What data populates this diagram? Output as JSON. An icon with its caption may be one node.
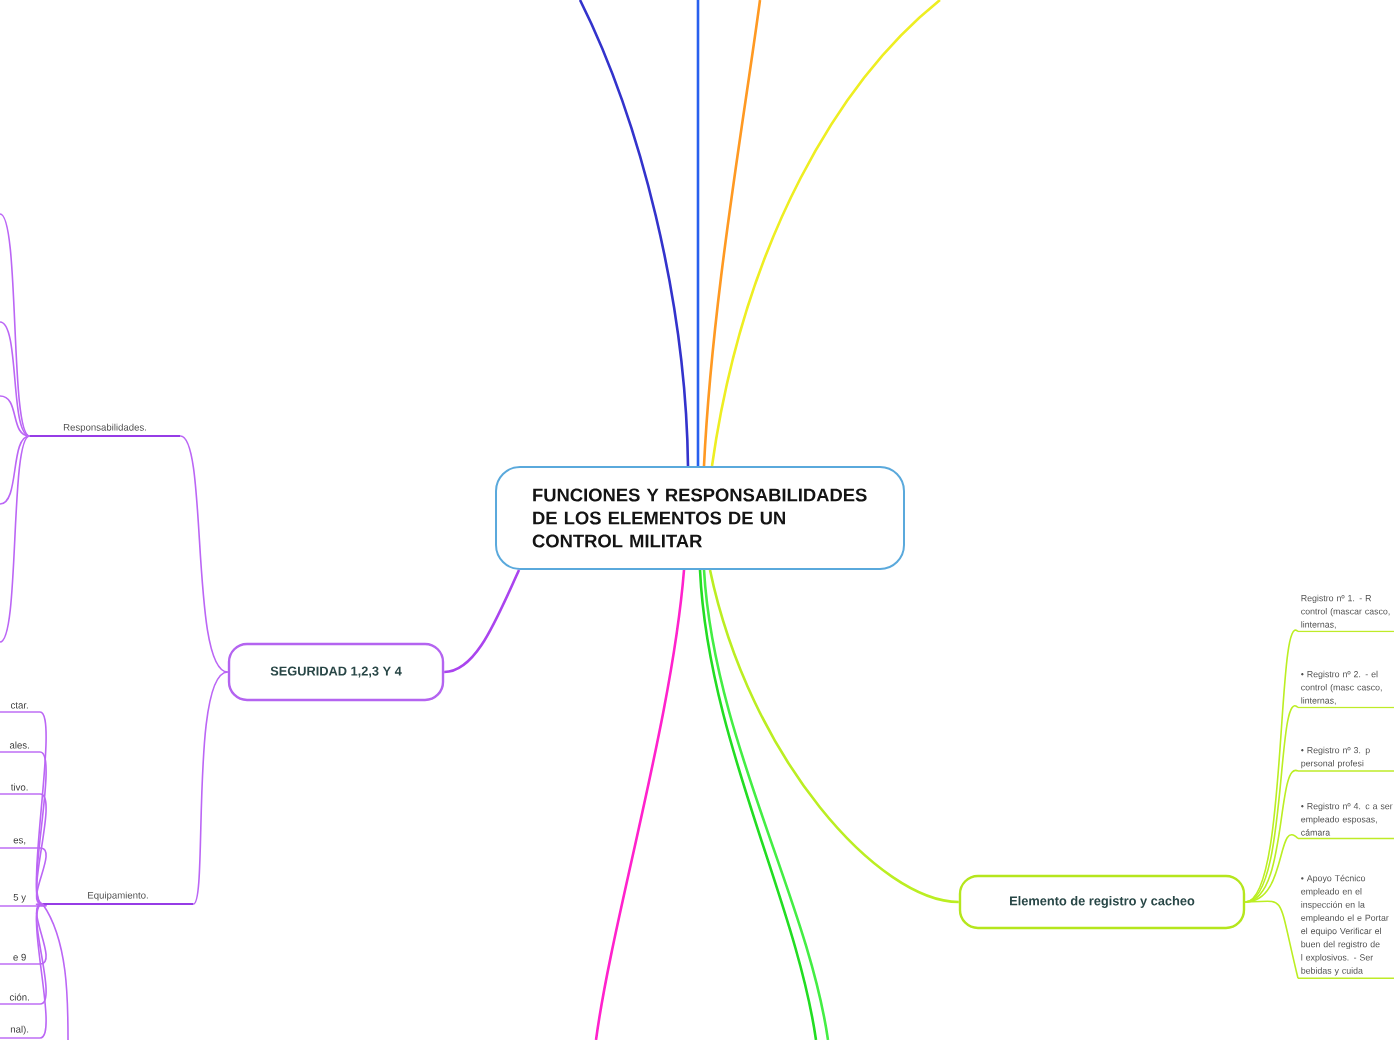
{
  "diagram": {
    "nodes": [
      {
        "text": [
          "FUNCIONES Y RESPONSABILIDADES DE LOS ELEMENTOS DE UN CONTROL MILITAR"
        ]
      },
      {
        "text": [
          "SEGURIDAD 1,2,3 Y 4"
        ]
      },
      {
        "text": [
          "Responsabilidades."
        ]
      },
      {
        "text": [
          "Equipamiento."
        ]
      },
      {
        "text": [
          "ctar."
        ]
      },
      {
        "text": [
          "ales."
        ]
      },
      {
        "text": [
          "tivo."
        ]
      },
      {
        "text": [
          "es,"
        ]
      },
      {
        "text": [
          "5 y"
        ]
      },
      {
        "text": [
          "e 9"
        ]
      },
      {
        "text": [
          "ción."
        ]
      },
      {
        "text": [
          "nal)."
        ]
      },
      {
        "text": [
          "Elemento de registro y cacheo"
        ]
      },
      {
        "text": [
          "Registro nº 1. - R control (mascar casco, linternas,"
        ]
      },
      {
        "text": [
          "• Registro nº 2. - el control (masc casco, linternas,"
        ]
      },
      {
        "text": [
          "• Registro nº 3. p personal profesi"
        ]
      },
      {
        "text": [
          "• Registro nº 4. c a ser empleado esposas, cámara"
        ]
      },
      {
        "text": [
          "• Apoyo Técnico empleado en el inspección en la empleando el e Portar el equipo Verificar el buen del registro de l explosivos. - Ser bebidas y cuida"
        ]
      }
    ],
    "edges": [
      {
        "from": 0,
        "to": null,
        "arrow": "none",
        "color": "#3333cc"
      },
      {
        "from": 0,
        "to": null,
        "arrow": "none",
        "color": "#2860ee"
      },
      {
        "from": 0,
        "to": null,
        "arrow": "none",
        "color": "#ff9922"
      },
      {
        "from": 0,
        "to": null,
        "arrow": "none",
        "color": "#eeee22"
      },
      {
        "from": 0,
        "to": 1,
        "arrow": "none",
        "color": "#aa44ee"
      },
      {
        "from": 0,
        "to": null,
        "arrow": "none",
        "color": "#ff22cc"
      },
      {
        "from": 0,
        "to": null,
        "arrow": "none",
        "color": "#22dd22"
      },
      {
        "from": 0,
        "to": null,
        "arrow": "none",
        "color": "#44ee44"
      },
      {
        "from": 0,
        "to": 12,
        "arrow": "none",
        "color": "#bbee22"
      },
      {
        "from": 1,
        "to": 2,
        "arrow": "none",
        "color": "#bb66f5"
      },
      {
        "from": 1,
        "to": 3,
        "arrow": "none",
        "color": "#bb66f5"
      },
      {
        "from": 2,
        "to": null,
        "arrow": "none",
        "color": "#bb66f5"
      },
      {
        "from": 2,
        "to": null,
        "arrow": "none",
        "color": "#bb66f5"
      },
      {
        "from": 2,
        "to": null,
        "arrow": "none",
        "color": "#bb66f5"
      },
      {
        "from": 2,
        "to": null,
        "arrow": "none",
        "color": "#bb66f5"
      },
      {
        "from": 2,
        "to": null,
        "arrow": "none",
        "color": "#bb66f5"
      },
      {
        "from": 3,
        "to": 4,
        "arrow": "none",
        "color": "#bb66f5"
      },
      {
        "from": 3,
        "to": 5,
        "arrow": "none",
        "color": "#bb66f5"
      },
      {
        "from": 3,
        "to": 6,
        "arrow": "none",
        "color": "#bb66f5"
      },
      {
        "from": 3,
        "to": 7,
        "arrow": "none",
        "color": "#bb66f5"
      },
      {
        "from": 3,
        "to": 8,
        "arrow": "none",
        "color": "#bb66f5"
      },
      {
        "from": 3,
        "to": 9,
        "arrow": "none",
        "color": "#bb66f5"
      },
      {
        "from": 3,
        "to": 10,
        "arrow": "none",
        "color": "#bb66f5"
      },
      {
        "from": 3,
        "to": 11,
        "arrow": "none",
        "color": "#bb66f5"
      },
      {
        "from": 3,
        "to": null,
        "arrow": "none",
        "color": "#bb66f5"
      },
      {
        "from": 12,
        "to": 13,
        "arrow": "none",
        "color": "#bbee22"
      },
      {
        "from": 12,
        "to": 14,
        "arrow": "none",
        "color": "#bbee22"
      },
      {
        "from": 12,
        "to": 15,
        "arrow": "none",
        "color": "#bbee22"
      },
      {
        "from": 12,
        "to": 16,
        "arrow": "none",
        "color": "#bbee22"
      },
      {
        "from": 12,
        "to": 17,
        "arrow": "none",
        "color": "#bbee22"
      }
    ]
  }
}
